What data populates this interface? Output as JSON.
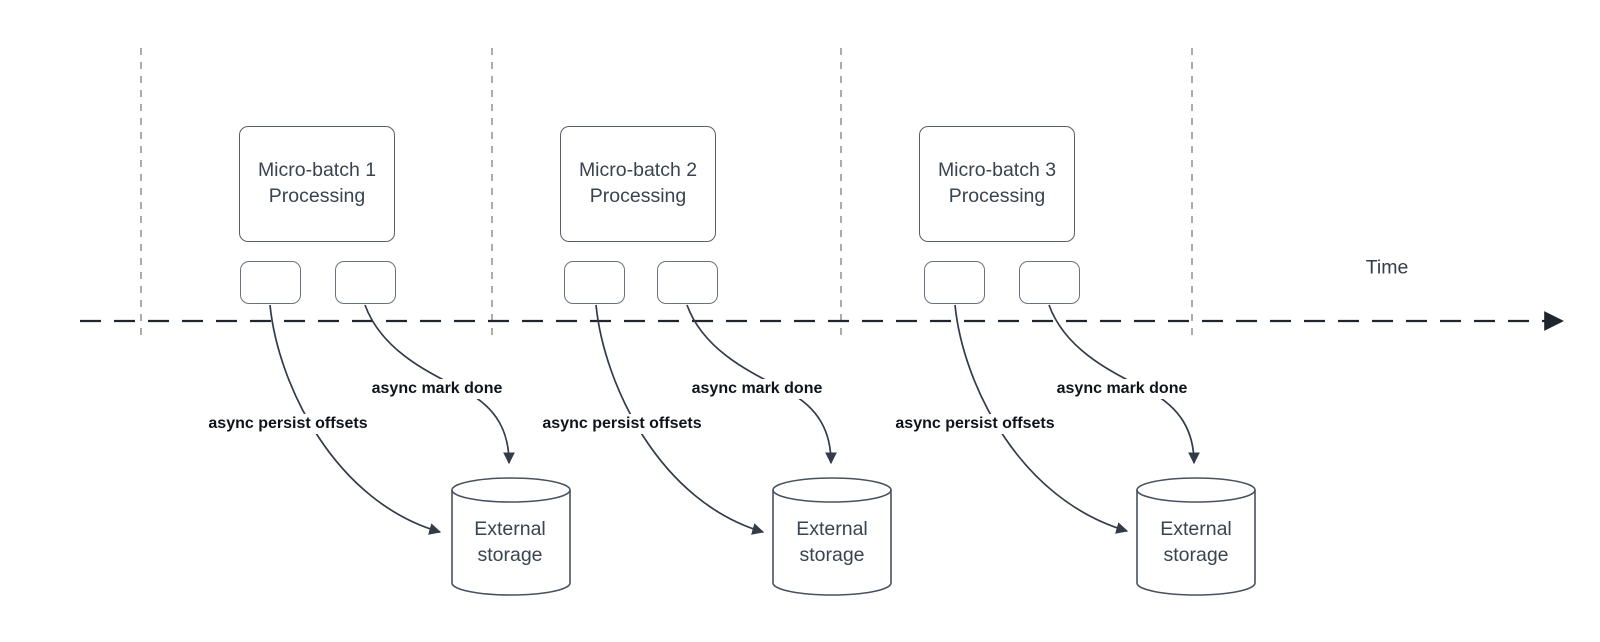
{
  "time_axis": {
    "label": "Time"
  },
  "sections": [
    {
      "batch_label": "Micro-batch 1 Processing",
      "persist_label": "async persist offsets",
      "mark_label": "async mark done",
      "storage_label": "External storage"
    },
    {
      "batch_label": "Micro-batch 2 Processing",
      "persist_label": "async persist offsets",
      "mark_label": "async mark done",
      "storage_label": "External storage"
    },
    {
      "batch_label": "Micro-batch 3 Processing",
      "persist_label": "async persist offsets",
      "mark_label": "async mark done",
      "storage_label": "External storage"
    }
  ],
  "colors": {
    "background": "#ffffff",
    "arrow_line": "#333b48",
    "timeline": "#20252e",
    "guide_line": "#ababab",
    "box_border": "#595f69",
    "text": "#3a4350",
    "label_text": "#0f141b"
  }
}
